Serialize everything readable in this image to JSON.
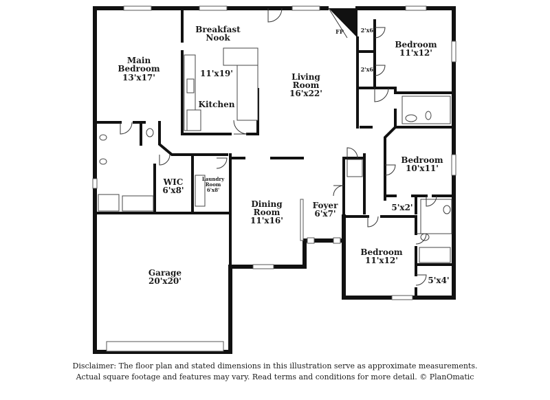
{
  "rooms": {
    "breakfast": {
      "line1": "Breakfast",
      "line2": "Nook"
    },
    "main_bedroom": {
      "line1": "Main",
      "line2": "Bedroom",
      "dim": "13'x17'"
    },
    "kitchen": {
      "dim": "11'x19'",
      "name": "Kitchen"
    },
    "living": {
      "line1": "Living",
      "line2": "Room",
      "dim": "16'x22'"
    },
    "fp": "FP",
    "closet_a": "2'x6'",
    "closet_b": "2'x6'",
    "bedroom_ne": {
      "name": "Bedroom",
      "dim": "11'x12'"
    },
    "bedroom_e": {
      "name": "Bedroom",
      "dim": "10'x11'"
    },
    "wic": {
      "name": "WIC",
      "dim": "6'x8'"
    },
    "laundry": {
      "line1": "Laundry",
      "line2": "Room",
      "dim": "6'x8'"
    },
    "dining": {
      "line1": "Dining",
      "line2": "Room",
      "dim": "11'x16'"
    },
    "foyer": {
      "name": "Foyer",
      "dim": "6'x7'"
    },
    "closet_c": "5'x2'",
    "bedroom_se": {
      "name": "Bedroom",
      "dim": "11'x12'"
    },
    "closet_d": "5'x4'",
    "garage": {
      "name": "Garage",
      "dim": "20'x20'"
    }
  },
  "disclaimer": {
    "line1": "Disclaimer: The floor plan and stated dimensions in this illustration serve as approximate measurements.",
    "line2": "Actual square footage and features may vary. Read terms and conditions for more detail. © PlanOmatic"
  }
}
